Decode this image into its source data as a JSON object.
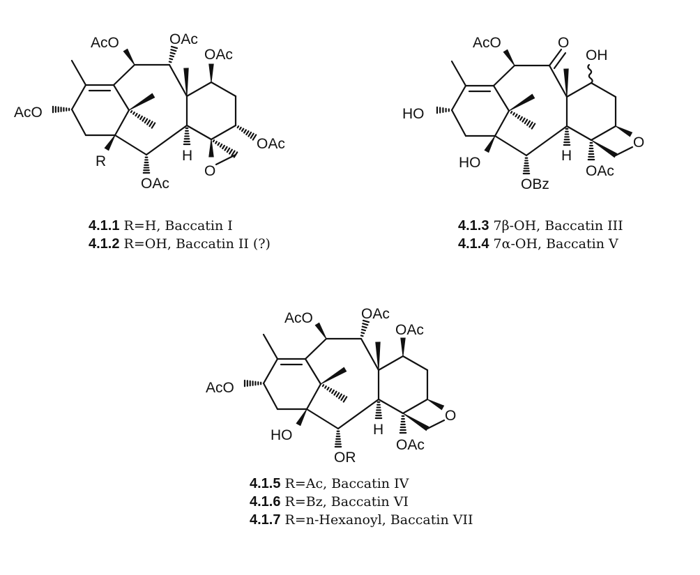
{
  "structures": [
    {
      "labels": {
        "c13_oac": "AcO",
        "c9_oac": "OAc",
        "c10_oac": "OAc",
        "c7_oac": "AcO",
        "c2_oac": "OAc",
        "c4_oac": "OAc",
        "r": "R",
        "h": "H",
        "epoxide_o": "O"
      },
      "captions": [
        {
          "id": "4.1.1",
          "text": " R=H,  Baccatin I"
        },
        {
          "id": "4.1.2",
          "text": " R=OH, Baccatin II (?)"
        }
      ]
    },
    {
      "labels": {
        "c10_oac": "AcO",
        "ketone_o": "O",
        "oh": "OH",
        "ho_left": "HO",
        "oxetane_o": "O",
        "ho_bottom": "HO",
        "h": "H",
        "oac": "OAc",
        "obz": "OBz"
      },
      "captions": [
        {
          "id": "4.1.3",
          "text": " 7β-OH,  Baccatin III"
        },
        {
          "id": "4.1.4",
          "text": " 7α-OH,  Baccatin V"
        }
      ]
    },
    {
      "labels": {
        "c10_oac": "AcO",
        "c9_oac": "OAc",
        "c7_oac": "OAc",
        "c13_oac": "AcO",
        "oxetane_o": "O",
        "ho": "HO",
        "h": "H",
        "oac": "OAc",
        "or": "OR"
      },
      "captions": [
        {
          "id": "4.1.5",
          "text": " R=Ac,  Baccatin IV"
        },
        {
          "id": "4.1.6",
          "text": " R=Bz,  Baccatin VI"
        },
        {
          "id": "4.1.7",
          "text": " R=n-Hexanoyl,  Baccatin VII"
        }
      ]
    }
  ]
}
